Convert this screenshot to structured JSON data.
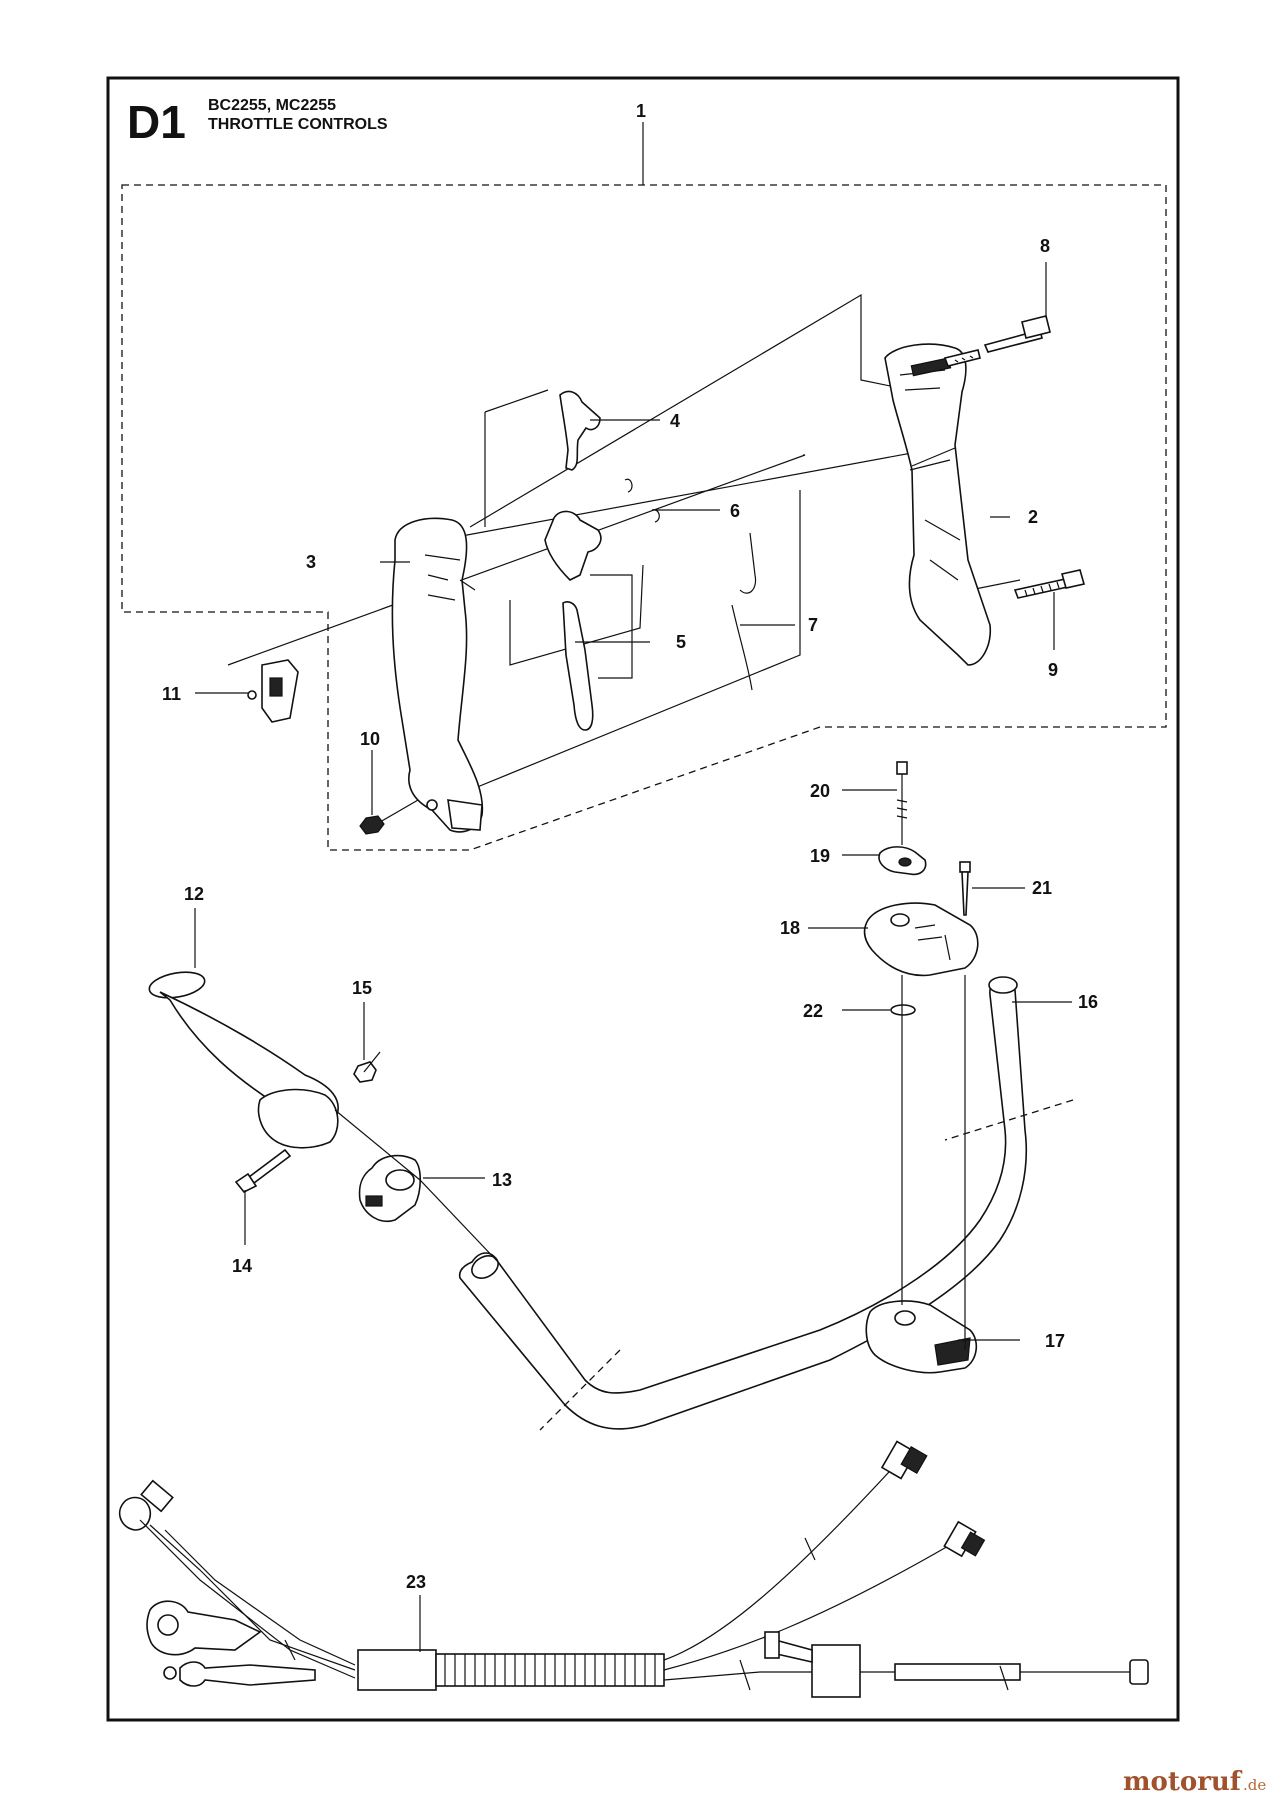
{
  "header": {
    "section_code": "D1",
    "models": "BC2255, MC2255",
    "title": "THROTTLE CONTROLS"
  },
  "callouts": [
    "1",
    "2",
    "3",
    "4",
    "5",
    "6",
    "7",
    "8",
    "9",
    "10",
    "11",
    "12",
    "13",
    "14",
    "15",
    "16",
    "17",
    "18",
    "19",
    "20",
    "21",
    "22",
    "23"
  ],
  "watermark": {
    "brand": "motoruf",
    "tld": ".de"
  },
  "colors": {
    "ink": "#111111",
    "watermark": "#a0522d"
  }
}
